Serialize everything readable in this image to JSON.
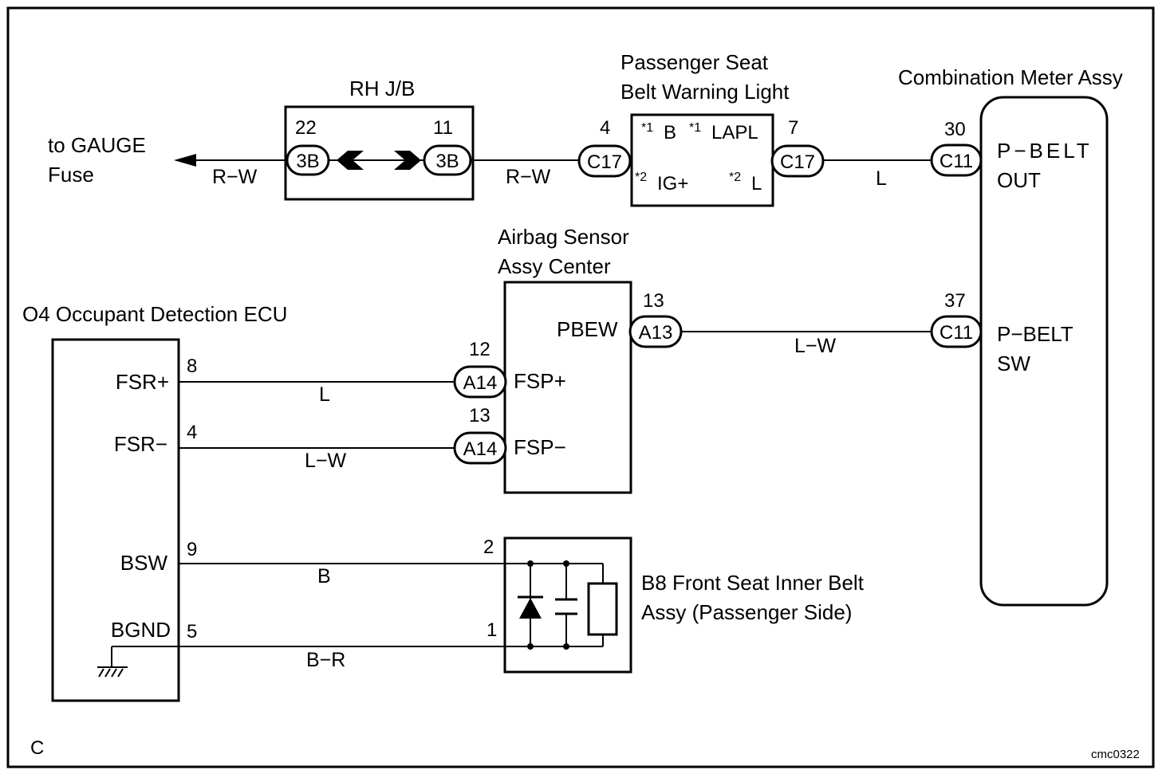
{
  "frame": {
    "corner_label": "C",
    "code": "cmc0322"
  },
  "gauge_fuse": {
    "line1": "to GAUGE",
    "line2": "Fuse"
  },
  "rh_jb": {
    "title": "RH J/B",
    "pin_left": "22",
    "pin_right": "11",
    "conn_left": "3B",
    "conn_right": "3B"
  },
  "seat_belt_light": {
    "title_line1": "Passenger Seat",
    "title_line2": "Belt Warning Light",
    "pin_left": "4",
    "pin_right": "7",
    "conn_left": "C17",
    "conn_right": "C17",
    "note1": "*1",
    "term_b": "B",
    "note2": "*1",
    "term_lapl": "LAPL",
    "note3": "*2",
    "term_ig": "IG+",
    "note4": "*2",
    "term_l": "L"
  },
  "combination_meter": {
    "title": "Combination Meter Assy",
    "pin_top": "30",
    "conn_top": "C11",
    "term_top_line1": "P−BELT",
    "term_top_line2": "OUT",
    "pin_bottom": "37",
    "conn_bottom": "C11",
    "term_bottom_line1": "P−BELT",
    "term_bottom_line2": "SW"
  },
  "airbag_sensor": {
    "title_line1": "Airbag Sensor",
    "title_line2": "Assy Center",
    "term_pbew": "PBEW",
    "pin_pbew": "13",
    "conn_pbew": "A13",
    "pin_fsp_plus": "12",
    "conn_fsp_plus": "A14",
    "term_fsp_plus": "FSP+",
    "pin_fsp_minus": "13",
    "conn_fsp_minus": "A14",
    "term_fsp_minus": "FSP−"
  },
  "occupant_ecu": {
    "title": "O4 Occupant Detection ECU",
    "term_fsr_plus": "FSR+",
    "pin_fsr_plus": "8",
    "term_fsr_minus": "FSR−",
    "pin_fsr_minus": "4",
    "term_bsw": "BSW",
    "pin_bsw": "9",
    "term_bgnd": "BGND",
    "pin_bgnd": "5"
  },
  "belt_assy": {
    "title_line1": "B8 Front Seat Inner Belt",
    "title_line2": "Assy (Passenger Side)",
    "pin_top": "2",
    "pin_bottom": "1"
  },
  "wires": {
    "gauge_to_jb": "R−W",
    "jb_to_light": "R−W",
    "light_to_meter": "L",
    "pbew_to_meter": "L−W",
    "fsr_plus": "L",
    "fsr_minus": "L−W",
    "bsw": "B",
    "bgnd": "B−R"
  }
}
